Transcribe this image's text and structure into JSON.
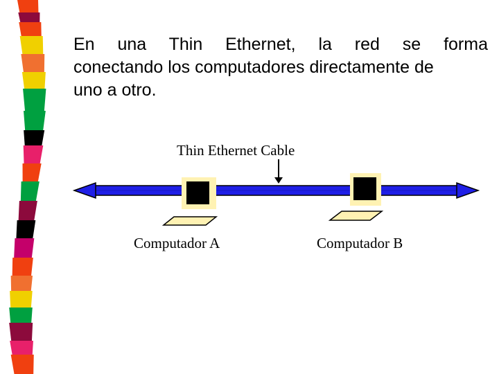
{
  "slide": {
    "paragraph_lines": [
      "En una Thin Ethernet, la red se forma",
      "conectando los computadores  directamente de",
      "uno a otro."
    ]
  },
  "diagram": {
    "cable_label": "Thin Ethernet Cable",
    "computers": [
      {
        "label": "Computador A"
      },
      {
        "label": "Computador B"
      }
    ]
  },
  "colors": {
    "cable": "#1f1fe6",
    "cable_outline": "#000000",
    "screen_bezel": "#fff2b3",
    "screen": "#000000",
    "keyboard": "#fff2b3",
    "stripe": [
      "#f0d000",
      "#8c0a3c",
      "#f04010",
      "#00a040",
      "#000000",
      "#e8206a",
      "#f07030",
      "#c4006a"
    ]
  }
}
